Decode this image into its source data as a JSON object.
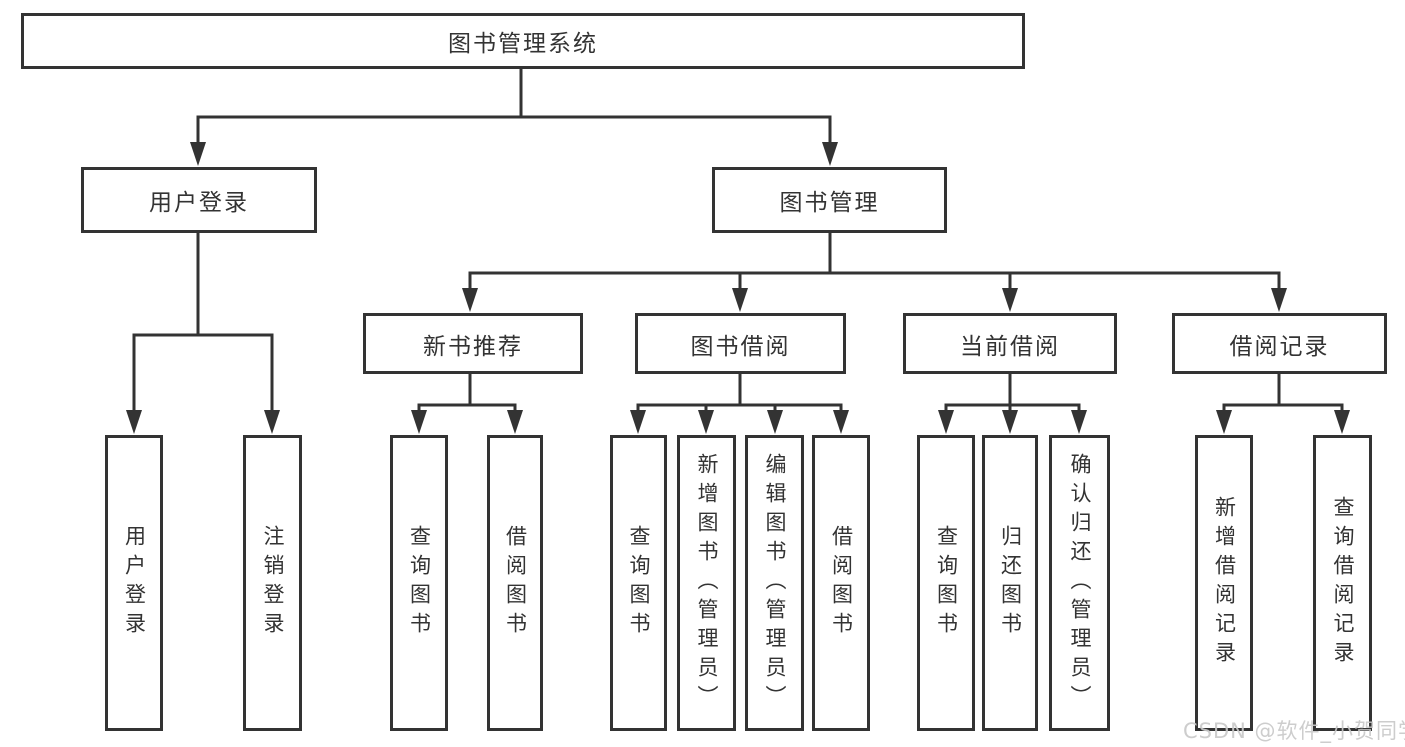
{
  "diagram": {
    "title": "图书管理系统",
    "level2": {
      "left": "用户登录",
      "right": "图书管理"
    },
    "level3": [
      "新书推荐",
      "图书借阅",
      "当前借阅",
      "借阅记录"
    ],
    "leaves": {
      "user": [
        "用户登录",
        "注销登录"
      ],
      "recommend": [
        "查询图书",
        "借阅图书"
      ],
      "borrow": [
        "查询图书",
        "新增图书（管理员）",
        "编辑图书（管理员）",
        "借阅图书"
      ],
      "current": [
        "查询图书",
        "归还图书",
        "确认归还（管理员）"
      ],
      "records": [
        "新增借阅记录",
        "查询借阅记录"
      ]
    },
    "colors": {
      "line": "#333333",
      "text": "#333333",
      "background": "#ffffff",
      "watermark": "#c9c9c9"
    }
  },
  "watermark": "CSDN @软件_小贺同学"
}
